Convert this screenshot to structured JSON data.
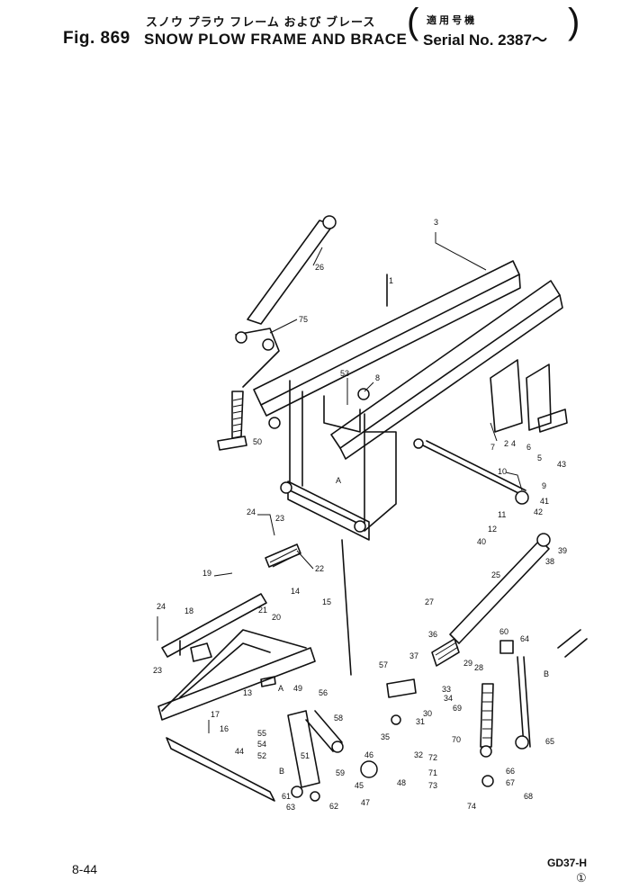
{
  "header": {
    "figure_number": "Fig. 869",
    "title_jp": "スノウ プラウ フレーム および ブレース",
    "title_en": "SNOW PLOW FRAME AND BRACE",
    "serial_jp": "適 用 号 機",
    "serial": "Serial No. 2387～",
    "paren_left": "(",
    "paren_right": ")"
  },
  "footer": {
    "page_number": "8-44",
    "model_code": "GD37-H",
    "circled_mark": "①"
  },
  "part_labels": [
    "1",
    "2",
    "3",
    "4",
    "5",
    "6",
    "7",
    "8",
    "9",
    "10",
    "11",
    "12",
    "13",
    "14",
    "15",
    "16",
    "17",
    "18",
    "19",
    "20",
    "21",
    "22",
    "23",
    "24",
    "25",
    "26",
    "27",
    "28",
    "29",
    "30",
    "31",
    "32",
    "33",
    "34",
    "35",
    "36",
    "37",
    "38",
    "39",
    "40",
    "41",
    "42",
    "43",
    "44",
    "45",
    "46",
    "47",
    "48",
    "49",
    "50",
    "51",
    "52",
    "53",
    "54",
    "55",
    "56",
    "57",
    "58",
    "59",
    "60",
    "61",
    "62",
    "63",
    "64",
    "65",
    "66",
    "67",
    "68",
    "69",
    "70",
    "71",
    "72",
    "73",
    "74",
    "75",
    "A",
    "B"
  ]
}
